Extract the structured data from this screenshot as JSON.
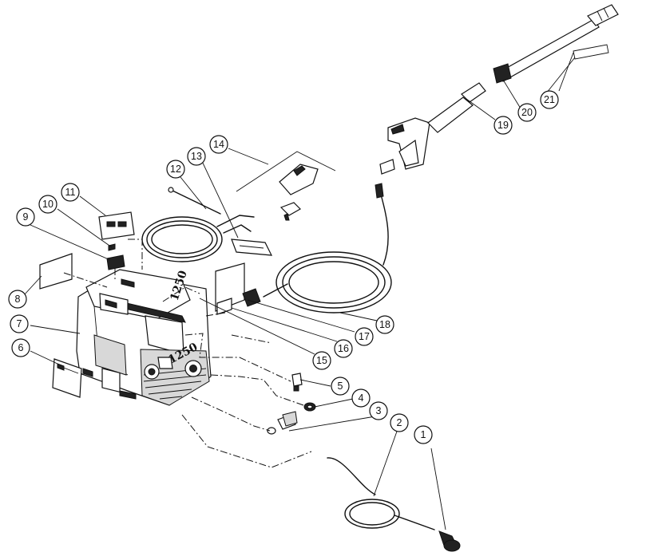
{
  "callouts": [
    {
      "label": "1"
    },
    {
      "label": "2"
    },
    {
      "label": "3"
    },
    {
      "label": "4"
    },
    {
      "label": "5"
    },
    {
      "label": "6"
    },
    {
      "label": "7"
    },
    {
      "label": "8"
    },
    {
      "label": "9"
    },
    {
      "label": "10"
    },
    {
      "label": "11"
    },
    {
      "label": "12"
    },
    {
      "label": "13"
    },
    {
      "label": "14"
    },
    {
      "label": "15"
    },
    {
      "label": "16"
    },
    {
      "label": "17"
    },
    {
      "label": "18"
    },
    {
      "label": "19"
    },
    {
      "label": "20"
    },
    {
      "label": "21"
    }
  ],
  "model_text": "1250"
}
